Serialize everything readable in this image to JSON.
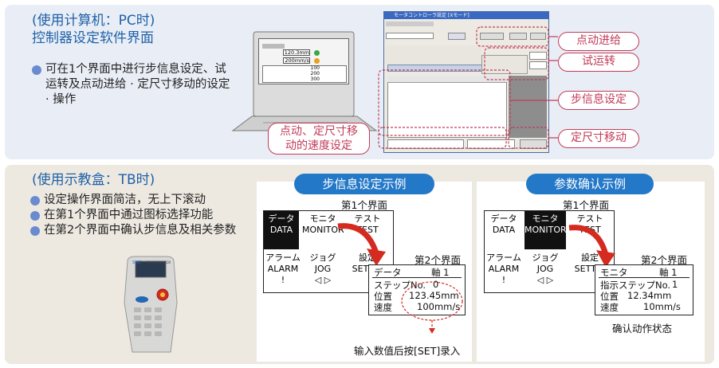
{
  "pc": {
    "heading1": "(使用计算机：PC时)",
    "heading2": "控制器设定软件界面",
    "bullet": "可在1个界面中进行步信息设定、试运转及点动进给 · 定尺寸移动的设定 · 操作",
    "callouts": {
      "jog": "点动进给",
      "test": "试运转",
      "step": "步信息设定",
      "speed": "点动、定尺寸移动的速度设定",
      "inch": "定尺寸移动"
    },
    "window_title": "モータコントローラ設定 [Xモード]",
    "small_values": [
      "120.3mm",
      "200mm/s"
    ],
    "small_rows": [
      "100",
      "200",
      "300"
    ]
  },
  "tb": {
    "heading": "(使用示教盒：TB时)",
    "bullets": [
      "设定操作界面简洁，无上下滚动",
      "在第1个界面中通过图标选择功能",
      "在第2个界面中确认步信息及相关参数"
    ],
    "device_brand": "SMC",
    "device_label": "TEACHING BOX"
  },
  "step_example": {
    "title": "步信息设定示例",
    "screen1_label": "第1个界面",
    "screen2_label": "第2个界面",
    "tiles": [
      {
        "jp": "データ",
        "en": "DATA"
      },
      {
        "jp": "モニタ",
        "en": "MONITOR"
      },
      {
        "jp": "テスト",
        "en": "TEST"
      },
      {
        "jp": "アラーム",
        "en": "ALARM"
      },
      {
        "jp": "ジョグ",
        "en": "JOG"
      },
      {
        "jp": "設定",
        "en": "SETTIN"
      }
    ],
    "screen2": {
      "header_left": "データ",
      "header_right": "軸 1",
      "rows": [
        {
          "label": "ステップNo.",
          "value": "0"
        },
        {
          "label": "位置",
          "value": "123.45mm"
        },
        {
          "label": "速度",
          "value": "100mm/s"
        }
      ]
    },
    "note": "输入数值后按[SET]录入"
  },
  "param_example": {
    "title": "参数确认示例",
    "screen1_label": "第1个界面",
    "screen2_label": "第2个界面",
    "screen2": {
      "header_left": "モニタ",
      "header_right": "軸 1",
      "rows": [
        {
          "label": "指示ステップNo.",
          "value": "1"
        },
        {
          "label": "位置",
          "value": "12.34mm"
        },
        {
          "label": "速度",
          "value": "10mm/s"
        }
      ]
    },
    "note": "确认动作状态"
  }
}
